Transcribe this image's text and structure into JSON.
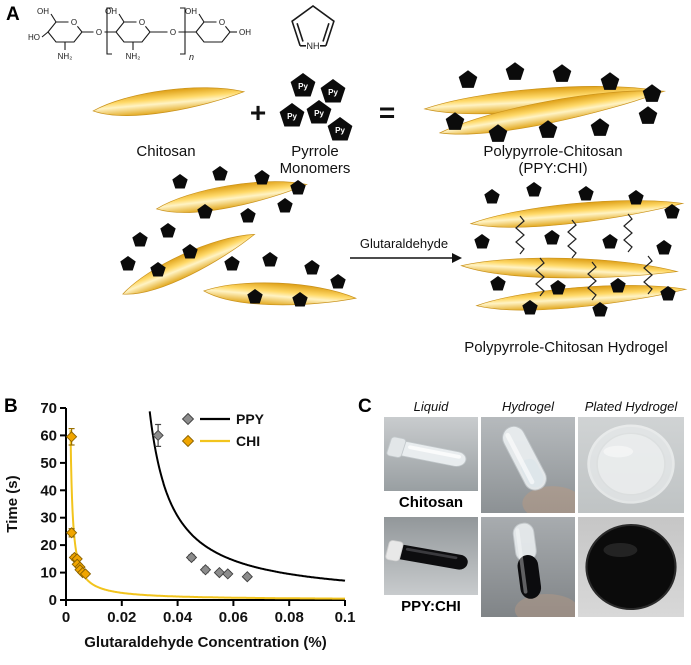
{
  "figure": {
    "panelA": {
      "label": "A",
      "chem": {
        "oh": "OH",
        "ho": "HO",
        "o": "O",
        "nh2": "NH₂",
        "n": "n",
        "nh": "NH"
      },
      "plus": "+",
      "equals": "=",
      "py": "Py",
      "chitosan_label": "Chitosan",
      "pyrrole_label_line1": "Pyrrole",
      "pyrrole_label_line2": "Monomers",
      "product_label_line1": "Polypyrrole-Chitosan",
      "product_label_line2": "(PPY:CHI)",
      "arrow_label": "Glutaraldehyde",
      "hydrogel_label": "Polypyrrole-Chitosan Hydrogel",
      "colors": {
        "ribbon_gold": "#E8A91C",
        "ribbon_light": "#FFF2C2",
        "pentagon_black": "#0b0b0b"
      }
    },
    "panelB": {
      "label": "B"
    },
    "panelC": {
      "label": "C",
      "col_headers": [
        "Liquid",
        "Hydrogel",
        "Plated Hydrogel"
      ],
      "rows": [
        {
          "label": "Chitosan"
        },
        {
          "label": "PPY:CHI"
        }
      ]
    }
  },
  "chart_data": {
    "type": "scatter",
    "title": "",
    "xlabel": "Glutaraldehyde Concentration (%)",
    "ylabel": "Time (s)",
    "xlim": [
      0,
      0.1
    ],
    "ylim": [
      0,
      70
    ],
    "xticks": [
      0,
      0.02,
      0.04,
      0.06,
      0.08,
      0.1
    ],
    "yticks": [
      0,
      10,
      20,
      30,
      40,
      50,
      60,
      70
    ],
    "grid": false,
    "legend_position": "top-right",
    "series": [
      {
        "name": "PPY",
        "marker": "diamond",
        "marker_color": "#8c8c8c",
        "marker_edge": "#3f3f3f",
        "line_color": "#000000",
        "err_color": "#444444",
        "points": [
          {
            "x": 0.033,
            "y": 60,
            "err": 4
          },
          {
            "x": 0.045,
            "y": 15.5,
            "err": 1
          },
          {
            "x": 0.05,
            "y": 11,
            "err": 1
          },
          {
            "x": 0.055,
            "y": 10,
            "err": 0.8
          },
          {
            "x": 0.058,
            "y": 9.5,
            "err": 0.8
          },
          {
            "x": 0.065,
            "y": 8.5,
            "err": 0.8
          }
        ],
        "fit_curve": {
          "form": "a/(x-x0)",
          "a": 0.55,
          "x0": 0.022
        }
      },
      {
        "name": "CHI",
        "marker": "diamond",
        "marker_color": "#F0A500",
        "marker_edge": "#8a6200",
        "line_color": "#F2C41D",
        "err_color": "#9a7000",
        "points": [
          {
            "x": 0.002,
            "y": 59.5,
            "err": 3
          },
          {
            "x": 0.002,
            "y": 24.5,
            "err": 1.5
          },
          {
            "x": 0.003,
            "y": 15.5,
            "err": 1
          },
          {
            "x": 0.004,
            "y": 15,
            "err": 0.8
          },
          {
            "x": 0.004,
            "y": 13,
            "err": 0.8
          },
          {
            "x": 0.005,
            "y": 12,
            "err": 0.8
          },
          {
            "x": 0.005,
            "y": 11,
            "err": 0.8
          },
          {
            "x": 0.006,
            "y": 10,
            "err": 0.8
          },
          {
            "x": 0.007,
            "y": 9.5,
            "err": 0.8
          }
        ],
        "fit_curve": {
          "form": "a/(x-x0)",
          "a": 0.05,
          "x0": 0.0008
        }
      }
    ]
  }
}
